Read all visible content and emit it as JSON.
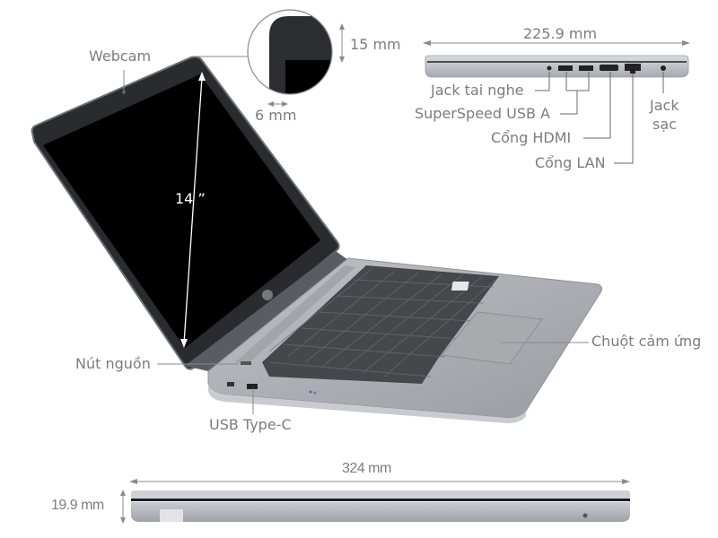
{
  "figure": {
    "subject": "Laptop specification diagram",
    "callouts": {
      "webcam": "Webcam",
      "screen_size": "14 ”",
      "power_button": "Nút nguồn",
      "usb_type_c": "USB Type-C",
      "touchpad": "Chuột cảm ứng"
    },
    "bezel_detail": {
      "top_bezel": "15 mm",
      "side_bezel": "6 mm"
    },
    "side_view": {
      "depth": "225.9 mm",
      "ports": [
        {
          "id": "headphone",
          "label": "Jack tai nghe"
        },
        {
          "id": "usb-a",
          "label": "SuperSpeed USB A"
        },
        {
          "id": "hdmi",
          "label": "Cổng HDMI"
        },
        {
          "id": "lan",
          "label": "Cổng LAN"
        },
        {
          "id": "charger",
          "label_line1": "Jack",
          "label_line2": "sạc"
        }
      ]
    },
    "front_view": {
      "width": "324 mm",
      "thickness": "19.9 mm"
    }
  },
  "colors": {
    "label_text": "#7c7c7c",
    "leader_line": "#8a8a8a",
    "screen": "#000000",
    "bezel": "#2a2b2e",
    "chassis": "#a9abb1",
    "key": "#3a3b3e"
  }
}
